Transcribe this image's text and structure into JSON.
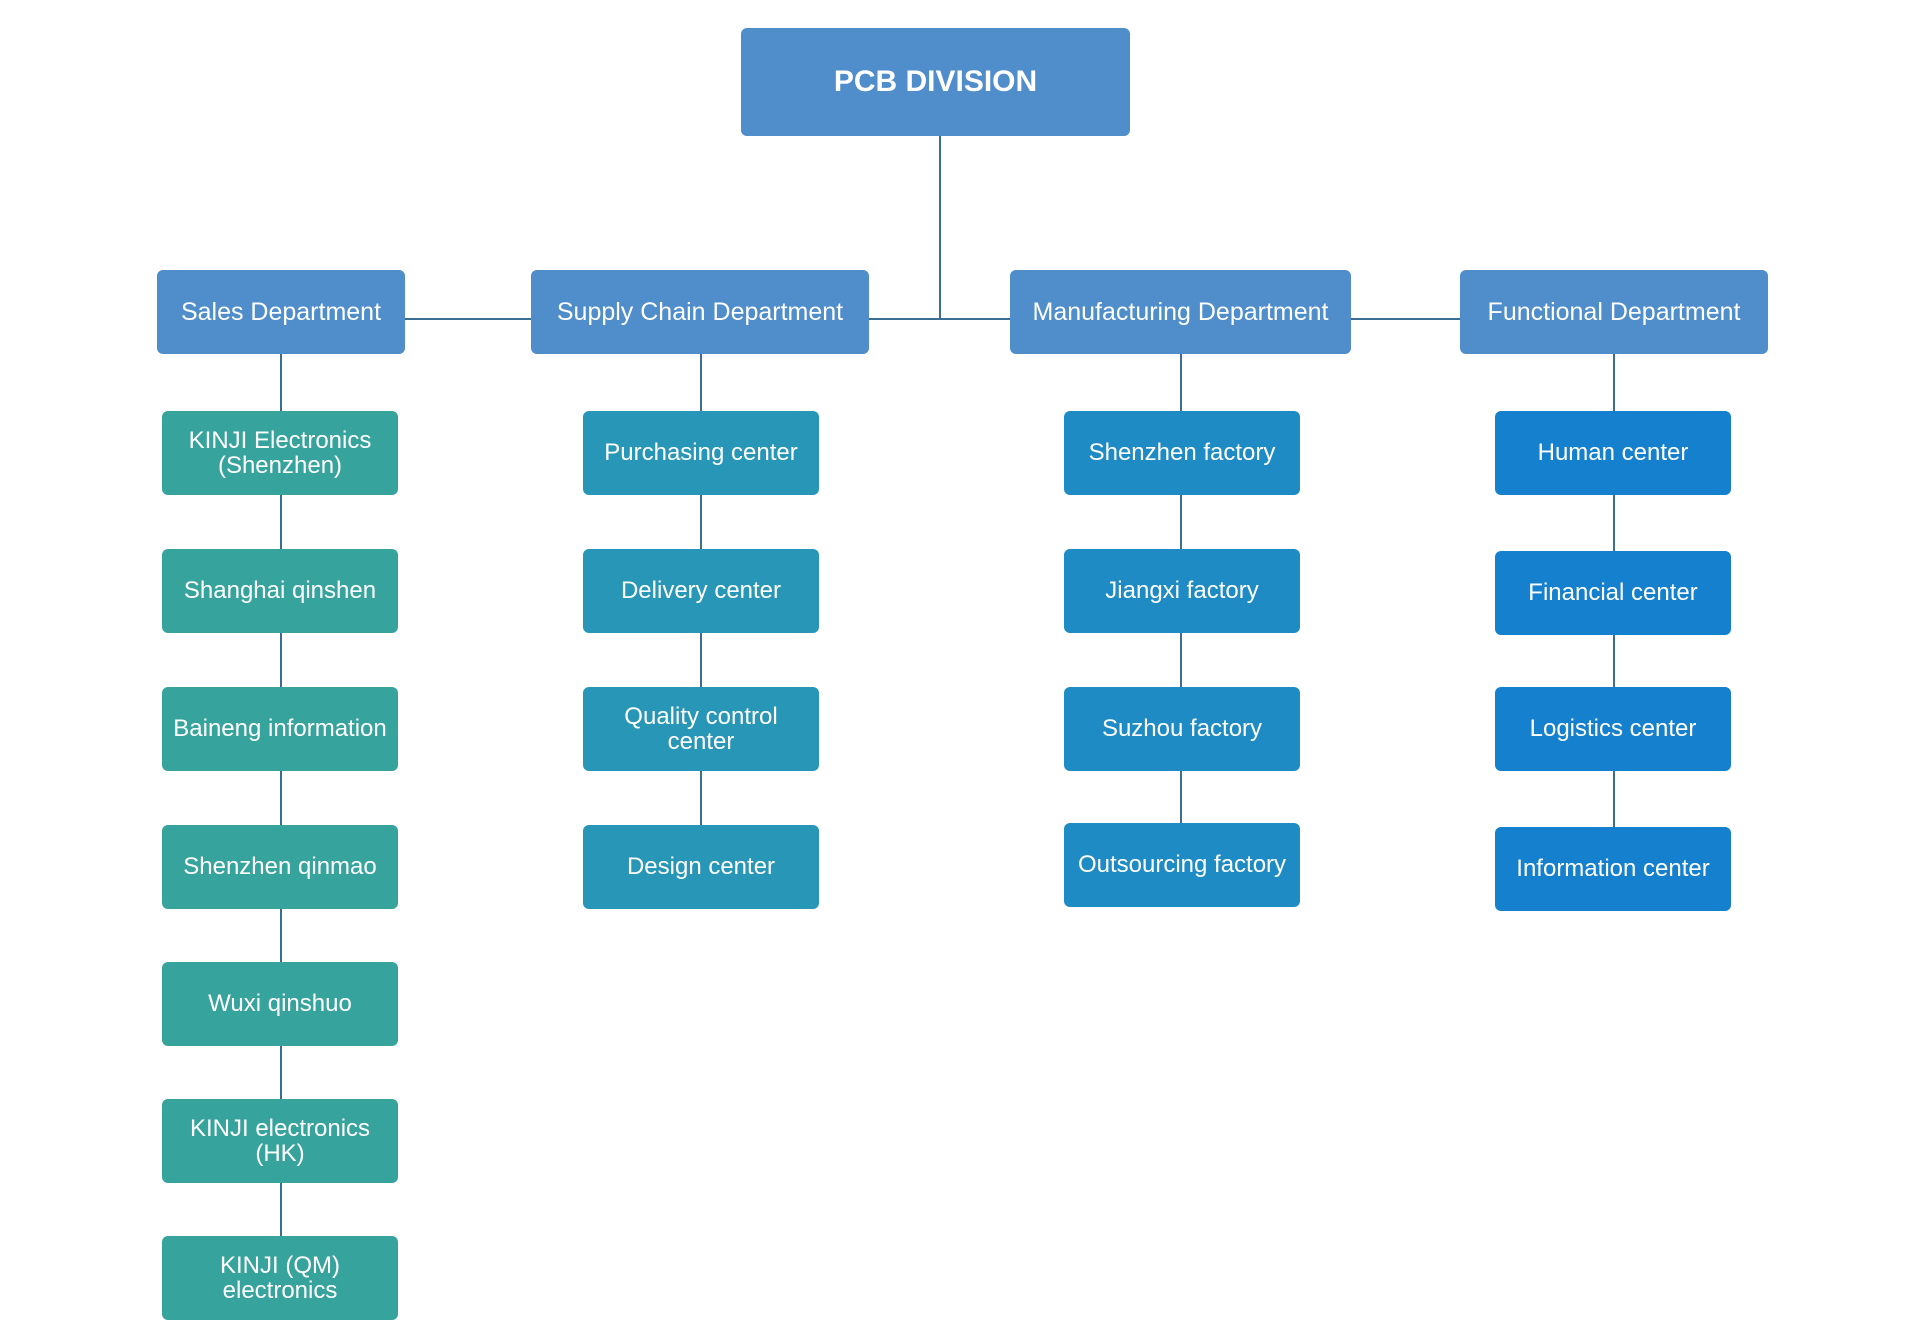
{
  "root": {
    "label": "PCB DIVISION"
  },
  "departments": [
    {
      "label": "Sales Department",
      "children": [
        "KINJI Electronics (Shenzhen)",
        "Shanghai qinshen",
        "Baineng information",
        "Shenzhen qinmao",
        "Wuxi qinshuo",
        "KINJI electronics (HK)",
        "KINJI (QM) electronics"
      ]
    },
    {
      "label": "Supply Chain Department",
      "children": [
        "Purchasing center",
        "Delivery center",
        "Quality control center",
        "Design center"
      ]
    },
    {
      "label": "Manufacturing Department",
      "children": [
        "Shenzhen factory",
        "Jiangxi factory",
        "Suzhou factory",
        "Outsourcing factory"
      ]
    },
    {
      "label": "Functional Department",
      "children": [
        "Human center",
        "Financial center",
        "Logistics center",
        "Information center"
      ]
    }
  ],
  "colors": {
    "header": "#4f8dcb",
    "sales_children": "#37a39d",
    "supply_children": "#2896b6",
    "manufacturing_children": "#1e8bc4",
    "functional_children": "#1580cd",
    "connector": "#3a6f93"
  }
}
